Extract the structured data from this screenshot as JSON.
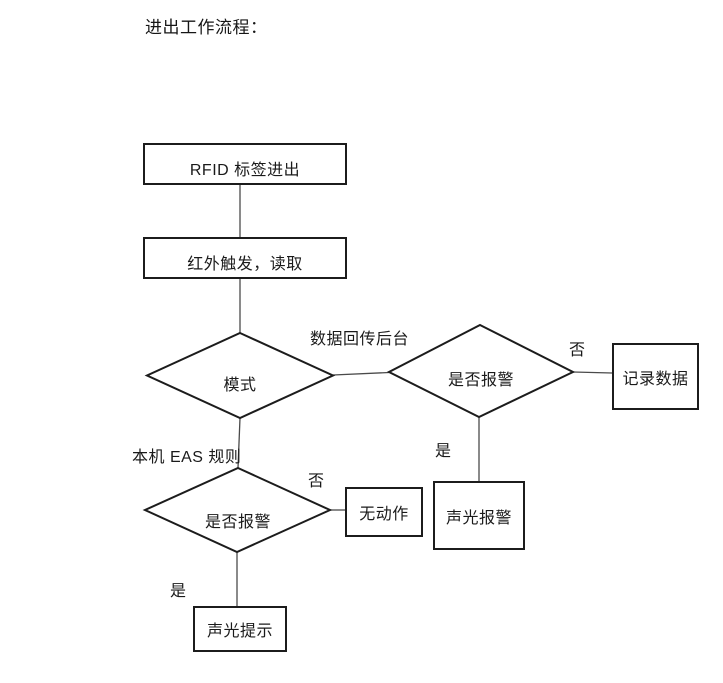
{
  "page": {
    "title": "进出工作流程："
  },
  "colors": {
    "background": "#ffffff",
    "shape_border": "#1c1c1c",
    "connector_line": "#4a4a4a",
    "text": "#1a1a1a"
  },
  "flowchart": {
    "nodes": {
      "rfid": {
        "label": "RFID 标签进出"
      },
      "infrared": {
        "label": "红外触发，读取"
      },
      "mode": {
        "label": "模式"
      },
      "alarm_check_right": {
        "label": "是否报警"
      },
      "record_data": {
        "label": "记录数据"
      },
      "sound_light_alarm": {
        "label": "声光报警"
      },
      "alarm_check_left": {
        "label": "是否报警"
      },
      "no_action": {
        "label": "无动作"
      },
      "sound_light_prompt": {
        "label": "声光提示"
      }
    },
    "edge_labels": {
      "data_to_backend": "数据回传后台",
      "local_eas_rule": "本机 EAS 规则",
      "no_right": "否",
      "yes_right": "是",
      "no_left": "否",
      "yes_left": "是"
    }
  }
}
